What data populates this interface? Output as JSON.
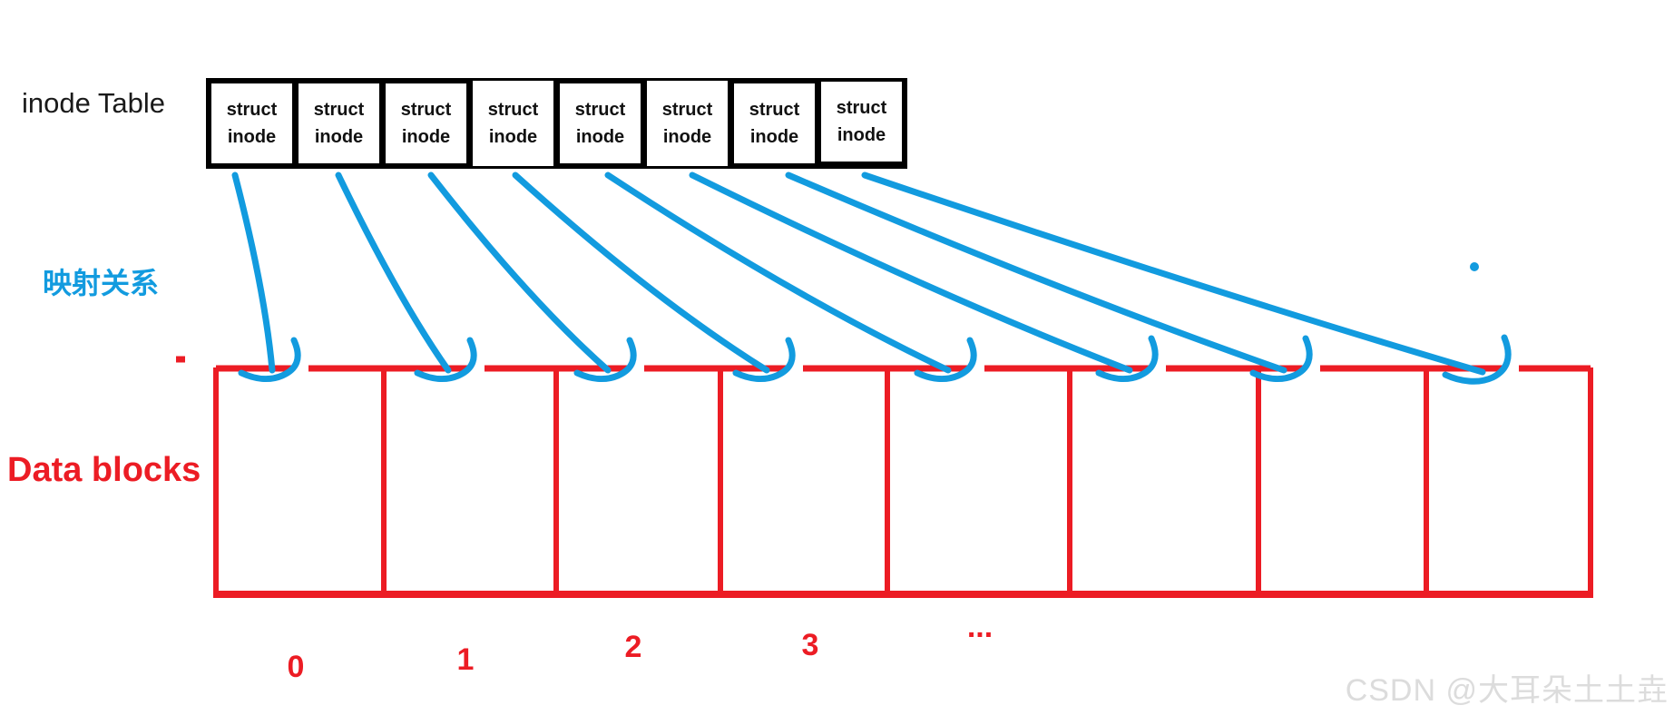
{
  "labels": {
    "inode_table": "inode Table",
    "mapping": "映射关系",
    "data_blocks": "Data blocks"
  },
  "inode_table": {
    "cells": [
      {
        "line1": "struct",
        "line2": "inode"
      },
      {
        "line1": "struct",
        "line2": "inode"
      },
      {
        "line1": "struct",
        "line2": "inode"
      },
      {
        "line1": "struct",
        "line2": "inode"
      },
      {
        "line1": "struct",
        "line2": "inode"
      },
      {
        "line1": "struct",
        "line2": "inode"
      },
      {
        "line1": "struct",
        "line2": "inode"
      },
      {
        "line1": "struct",
        "line2": "inode"
      }
    ]
  },
  "data_block_row": {
    "block_count": 8,
    "index_labels": [
      "0",
      "1",
      "2",
      "3",
      "..."
    ]
  },
  "watermark": "CSDN @大耳朵土土垚",
  "colors": {
    "arrow_blue": "#129BDF",
    "block_red": "#EC1C24",
    "table_black": "#000000",
    "watermark_gray": "#DCDCDC"
  }
}
